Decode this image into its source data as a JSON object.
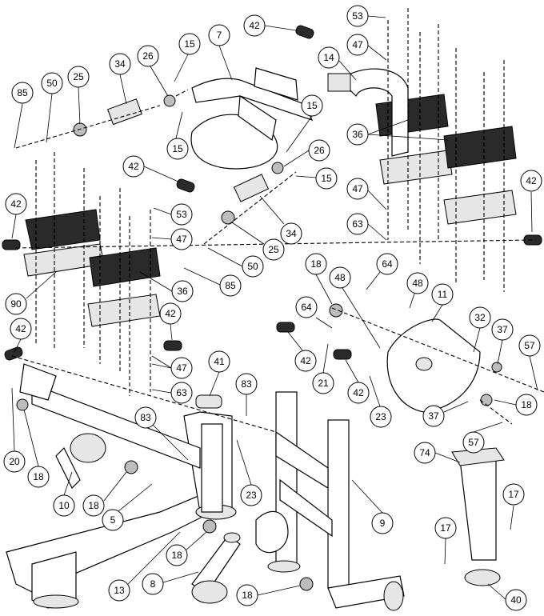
{
  "diagram": {
    "callouts": [
      "85",
      "50",
      "25",
      "34",
      "26",
      "15",
      "7",
      "42",
      "15",
      "15",
      "26",
      "15",
      "42",
      "53",
      "47",
      "14",
      "36",
      "47",
      "63",
      "42",
      "42",
      "53",
      "47",
      "90",
      "36",
      "50",
      "85",
      "25",
      "34",
      "47",
      "42",
      "47",
      "63",
      "42",
      "18",
      "48",
      "64",
      "48",
      "11",
      "64",
      "32",
      "37",
      "57",
      "42",
      "21",
      "42",
      "23",
      "37",
      "18",
      "57",
      "20",
      "18",
      "10",
      "18",
      "5",
      "83",
      "41",
      "83",
      "23",
      "9",
      "13",
      "8",
      "18",
      "74",
      "17",
      "17",
      "40",
      "18"
    ]
  }
}
